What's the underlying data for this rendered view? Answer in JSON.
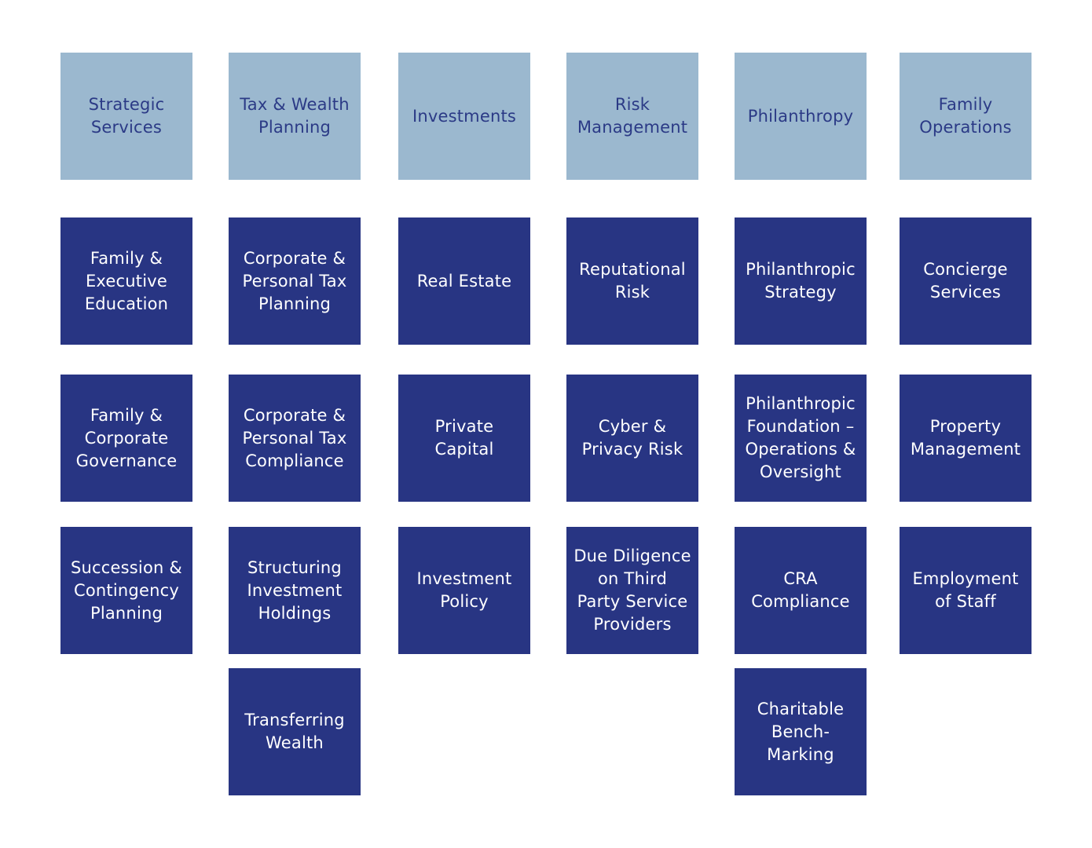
{
  "columns": [
    {
      "header": "Strategic\nServices",
      "items": [
        "Family &\nExecutive\nEducation",
        "Family &\nCorporate\nGovernance",
        "Succession &\nContingency\nPlanning"
      ]
    },
    {
      "header": "Tax & Wealth\nPlanning",
      "items": [
        "Corporate &\nPersonal Tax\nPlanning",
        "Corporate &\nPersonal Tax\nCompliance",
        "Structuring\nInvestment\nHoldings",
        "Transferring\nWealth"
      ]
    },
    {
      "header": "Investments",
      "items": [
        "Real Estate",
        "Private\nCapital",
        "Investment\nPolicy"
      ]
    },
    {
      "header": "Risk\nManagement",
      "items": [
        "Reputational\nRisk",
        "Cyber &\nPrivacy Risk",
        "Due Diligence\non Third\nParty Service\nProviders"
      ]
    },
    {
      "header": "Philanthropy",
      "items": [
        "Philanthropic\nStrategy",
        "Philanthropic\nFoundation –\nOperations &\nOversight",
        "CRA\nCompliance",
        "Charitable\nBench-Marking"
      ]
    },
    {
      "header": "Family\nOperations",
      "items": [
        "Concierge\nServices",
        "Property\nManagement",
        "Employment\nof Staff"
      ]
    }
  ],
  "colors": {
    "header_bg": "#9bb8cf",
    "header_text": "#2b3a86",
    "item_bg": "#283583",
    "item_text": "#ffffff"
  }
}
